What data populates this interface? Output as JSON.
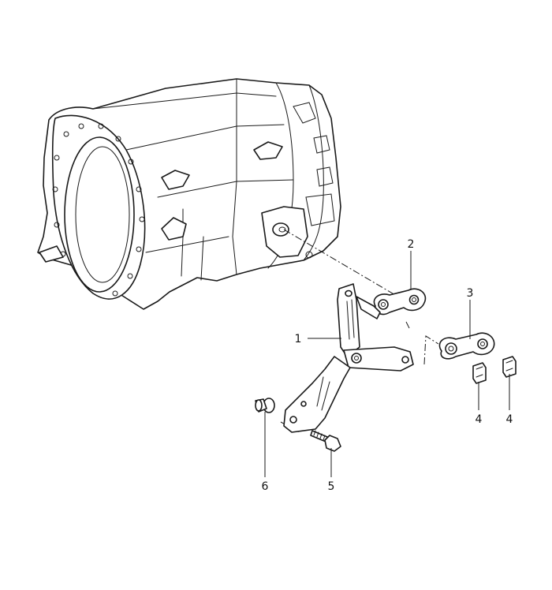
{
  "diagram": {
    "callouts": [
      {
        "id": "c1",
        "text": "1"
      },
      {
        "id": "c2",
        "text": "2"
      },
      {
        "id": "c3",
        "text": "3"
      },
      {
        "id": "c4a",
        "text": "4"
      },
      {
        "id": "c4b",
        "text": "4"
      },
      {
        "id": "c5",
        "text": "5"
      },
      {
        "id": "c6",
        "text": "6"
      }
    ]
  }
}
